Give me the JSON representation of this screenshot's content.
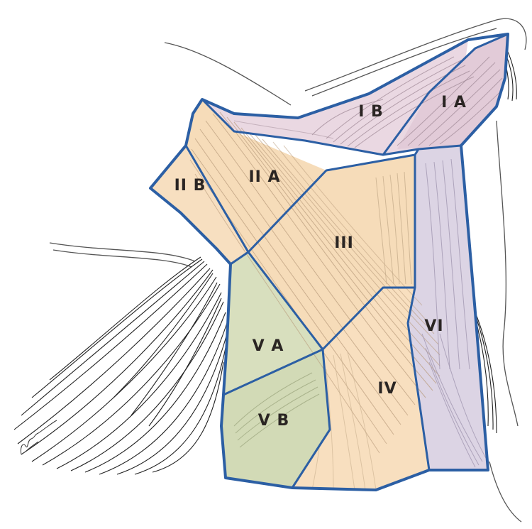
{
  "regions": {
    "ia": "I A",
    "ib": "I B",
    "iia": "II A",
    "iib": "II B",
    "iii": "III",
    "iv": "IV",
    "va": "V A",
    "vb": "V B",
    "vi": "VI"
  },
  "colors": {
    "border": "#2c5fa4",
    "level_i": "#ead8e2",
    "level_ii_iii_iv": "#f6dcb9",
    "level_v": "#d8dfbe",
    "level_vi": "#dcd4e4"
  }
}
